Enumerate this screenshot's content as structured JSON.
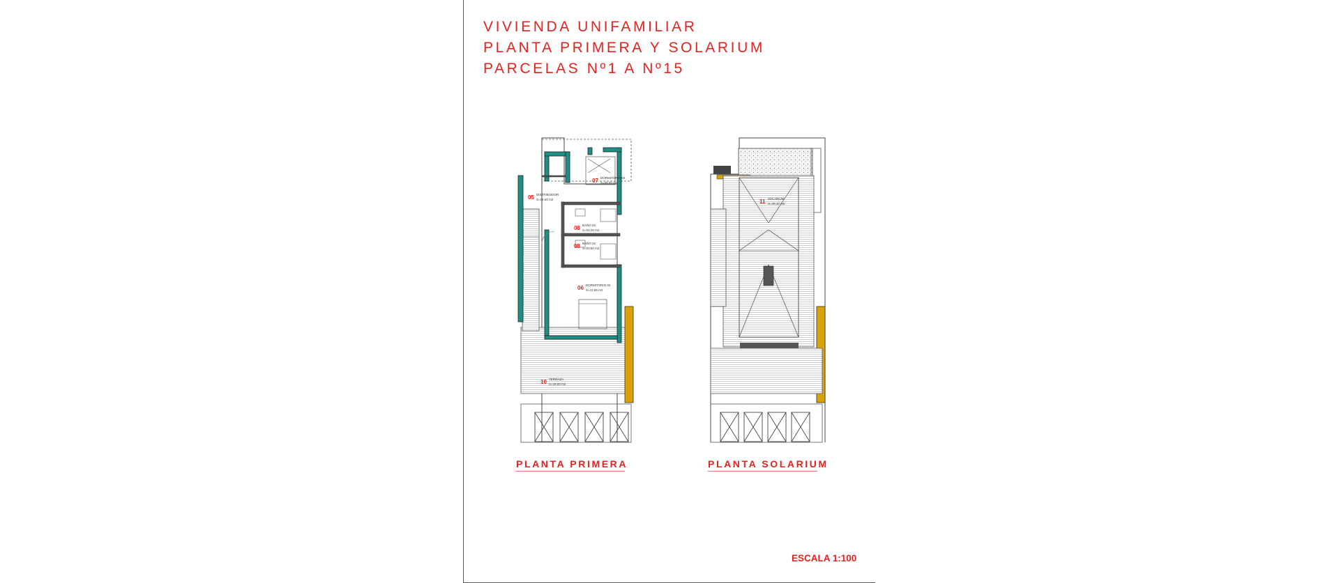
{
  "titles": {
    "line1": "VIVIENDA UNIFAMILIAR",
    "line2": "PLANTA PRIMERA Y SOLARIUM",
    "line3": "PARCELAS Nº1 A Nº15"
  },
  "plans": {
    "first_floor_label": "PLANTA PRIMERA",
    "solarium_label": "PLANTA SOLARIUM"
  },
  "rooms": {
    "r05": {
      "num": "05",
      "name": "DISTRIBUIDOR",
      "area": "S=04,50 m2"
    },
    "r07": {
      "num": "07",
      "name": "DORMITORIO 03",
      "area": "S=08,65 m2"
    },
    "r08a": {
      "num": "08",
      "name": "BAÑO 03",
      "area": "S=03,20 m2"
    },
    "r08b": {
      "num": "08",
      "name": "BAÑO 02",
      "area": "S=03,50 m2"
    },
    "r06": {
      "num": "06",
      "name": "DORMITORIO 02",
      "area": "S=12,65 m2"
    },
    "r10": {
      "num": "10",
      "name": "TERRAZA",
      "area": "S=16,00 m2"
    },
    "r11": {
      "num": "11",
      "name": "SOLARIUM",
      "area": "S=29,12 m2"
    }
  },
  "scale": "ESCALA 1:100",
  "colors": {
    "accent": "#e3231f",
    "wall": "#1e8f86",
    "wood": "#d9a20b"
  }
}
